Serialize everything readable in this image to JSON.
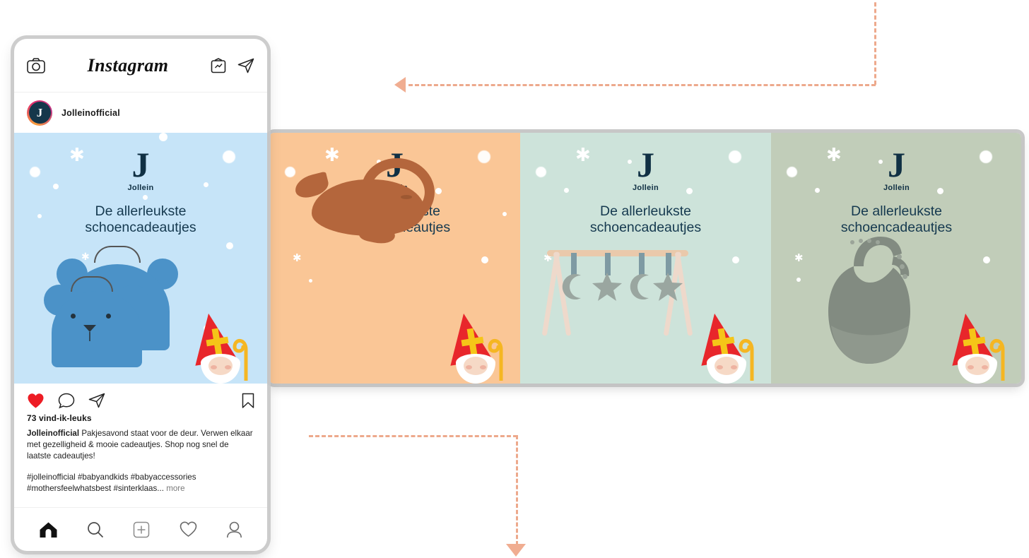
{
  "instagram": {
    "app_name": "Instagram",
    "header_icons": [
      "camera-icon",
      "igtv-icon",
      "send-icon"
    ],
    "account": {
      "username": "Jolleinofficial",
      "avatar_letter": "J"
    },
    "actions": {
      "like": "like-icon",
      "comment": "comment-icon",
      "share": "share-icon",
      "save": "bookmark-icon"
    },
    "likes": "73 vind-ik-leuks",
    "caption_author": "Jolleinofficial",
    "caption_text": " Pakjesavond staat voor de deur. Verwen elkaar met gezelligheid & mooie cadeautjes. Shop nog snel de laatste cadeautjes!",
    "hashtags": "#jolleinofficial #babyandkids #babyaccessories #mothersfeelwhatsbest #sinterklaas...",
    "more_label": " more",
    "tabbar": [
      "home-icon",
      "search-icon",
      "add-post-icon",
      "activity-icon",
      "profile-icon"
    ]
  },
  "brand": {
    "mark": "J",
    "name": "Jollein"
  },
  "headline": {
    "line1": "De allerleukste",
    "line2": "schoencadeautjes"
  },
  "cards": [
    {
      "id": "card-bear-basket",
      "background": "#c6e4f8",
      "product": "blue-bear-storage-baskets",
      "headline_line1": "De allerleukste",
      "headline_line2": "schoencadeautjes"
    },
    {
      "id": "card-whale-teether",
      "background": "#fac696",
      "product": "terracotta-whale-teether",
      "headline_line1": "De allerleukste",
      "headline_line2": "schoencadeautjes"
    },
    {
      "id": "card-baby-gym",
      "background": "#cde3da",
      "product": "wooden-baby-gym-moon-star",
      "headline_line1": "De allerleukste",
      "headline_line2": "schoencadeautjes"
    },
    {
      "id": "card-silicone-bib",
      "background": "#c1cdb9",
      "product": "grey-silicone-bib",
      "headline_line1": "De allerleukste",
      "headline_line2": "schoencadeautjes"
    }
  ],
  "colors": {
    "accent_arrow": "#eda98c",
    "brand_navy": "#15394f",
    "like_red": "#ed1c24",
    "mitre_red": "#e8262b",
    "cross_gold": "#f5c518"
  },
  "annotations": {
    "arrow_top": "dashed-arrow-pointing-left",
    "arrow_bottom": "dashed-arrow-pointing-down"
  }
}
